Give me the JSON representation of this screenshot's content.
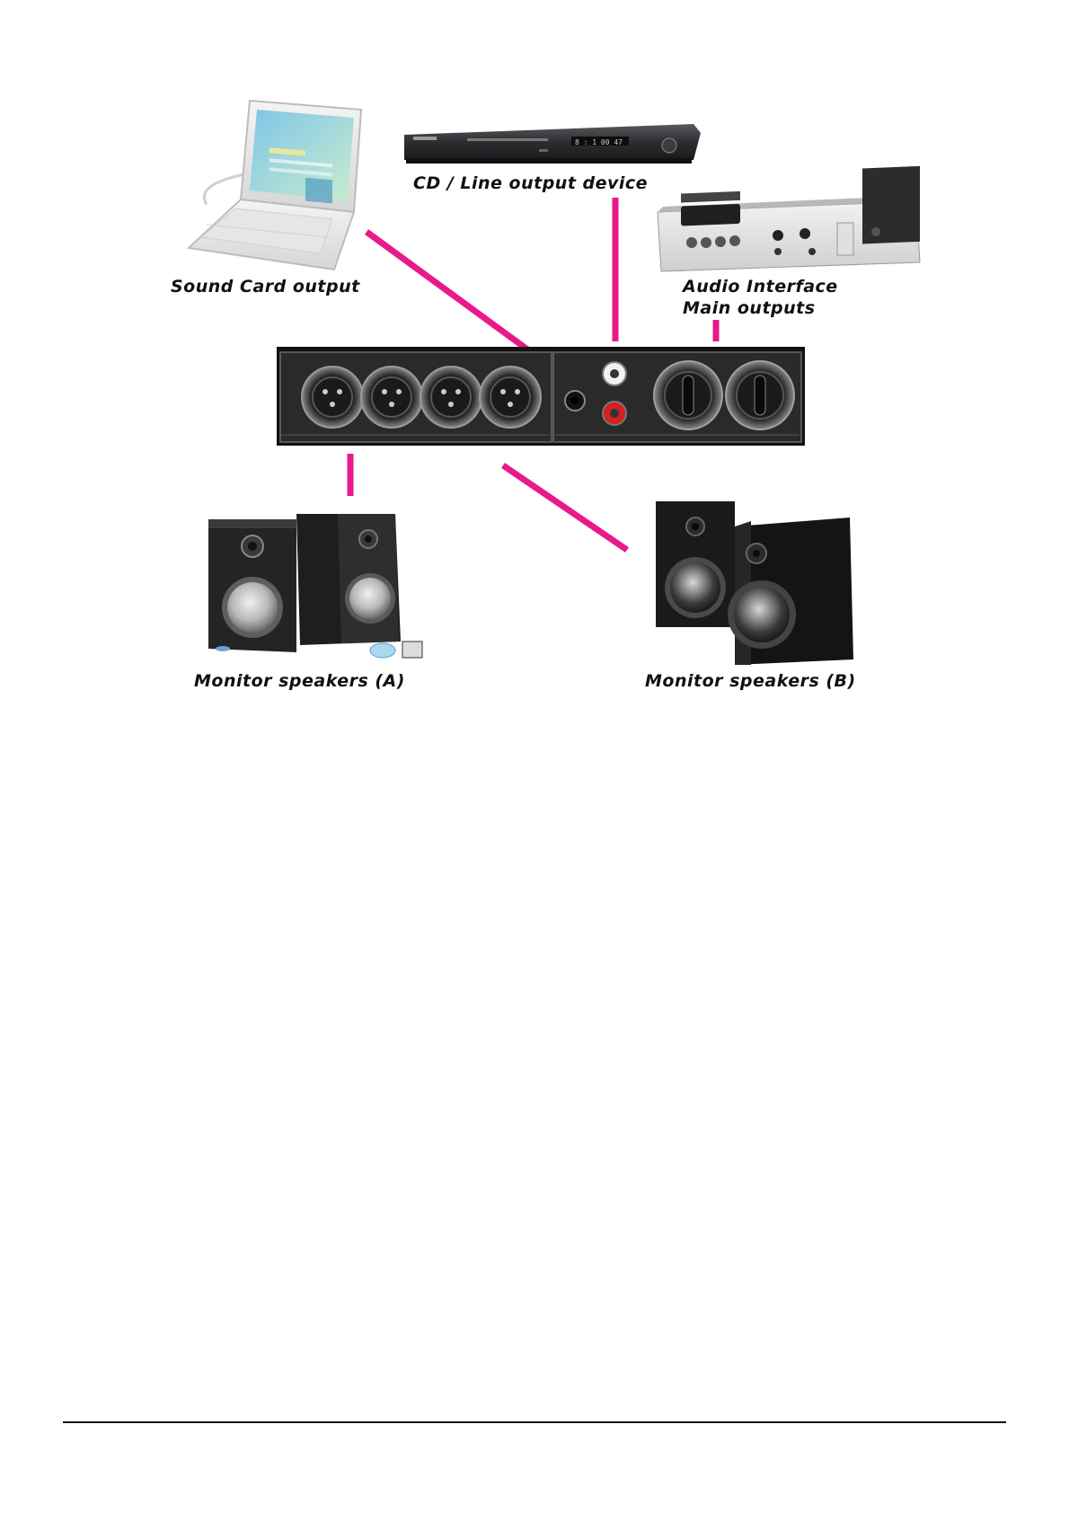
{
  "labels": {
    "sound_card": "Sound Card output",
    "cd_device": "CD / Line output device",
    "audio_interface_line1": "Audio Interface",
    "audio_interface_line2": "Main outputs",
    "monitor_a": "Monitor speakers (A)",
    "monitor_b": "Monitor speakers (B)"
  },
  "colors": {
    "cable": "#e8198a",
    "device_dark": "#2a2a2a",
    "panel": "#1c1c1c"
  },
  "icons": {
    "laptop": "laptop-icon",
    "cd_player": "cd-player-icon",
    "audio_interface": "audio-interface-icon",
    "controller": "monitor-controller-icon",
    "speakers_a": "speaker-pair-a-icon",
    "speakers_b": "speaker-pair-b-icon"
  }
}
